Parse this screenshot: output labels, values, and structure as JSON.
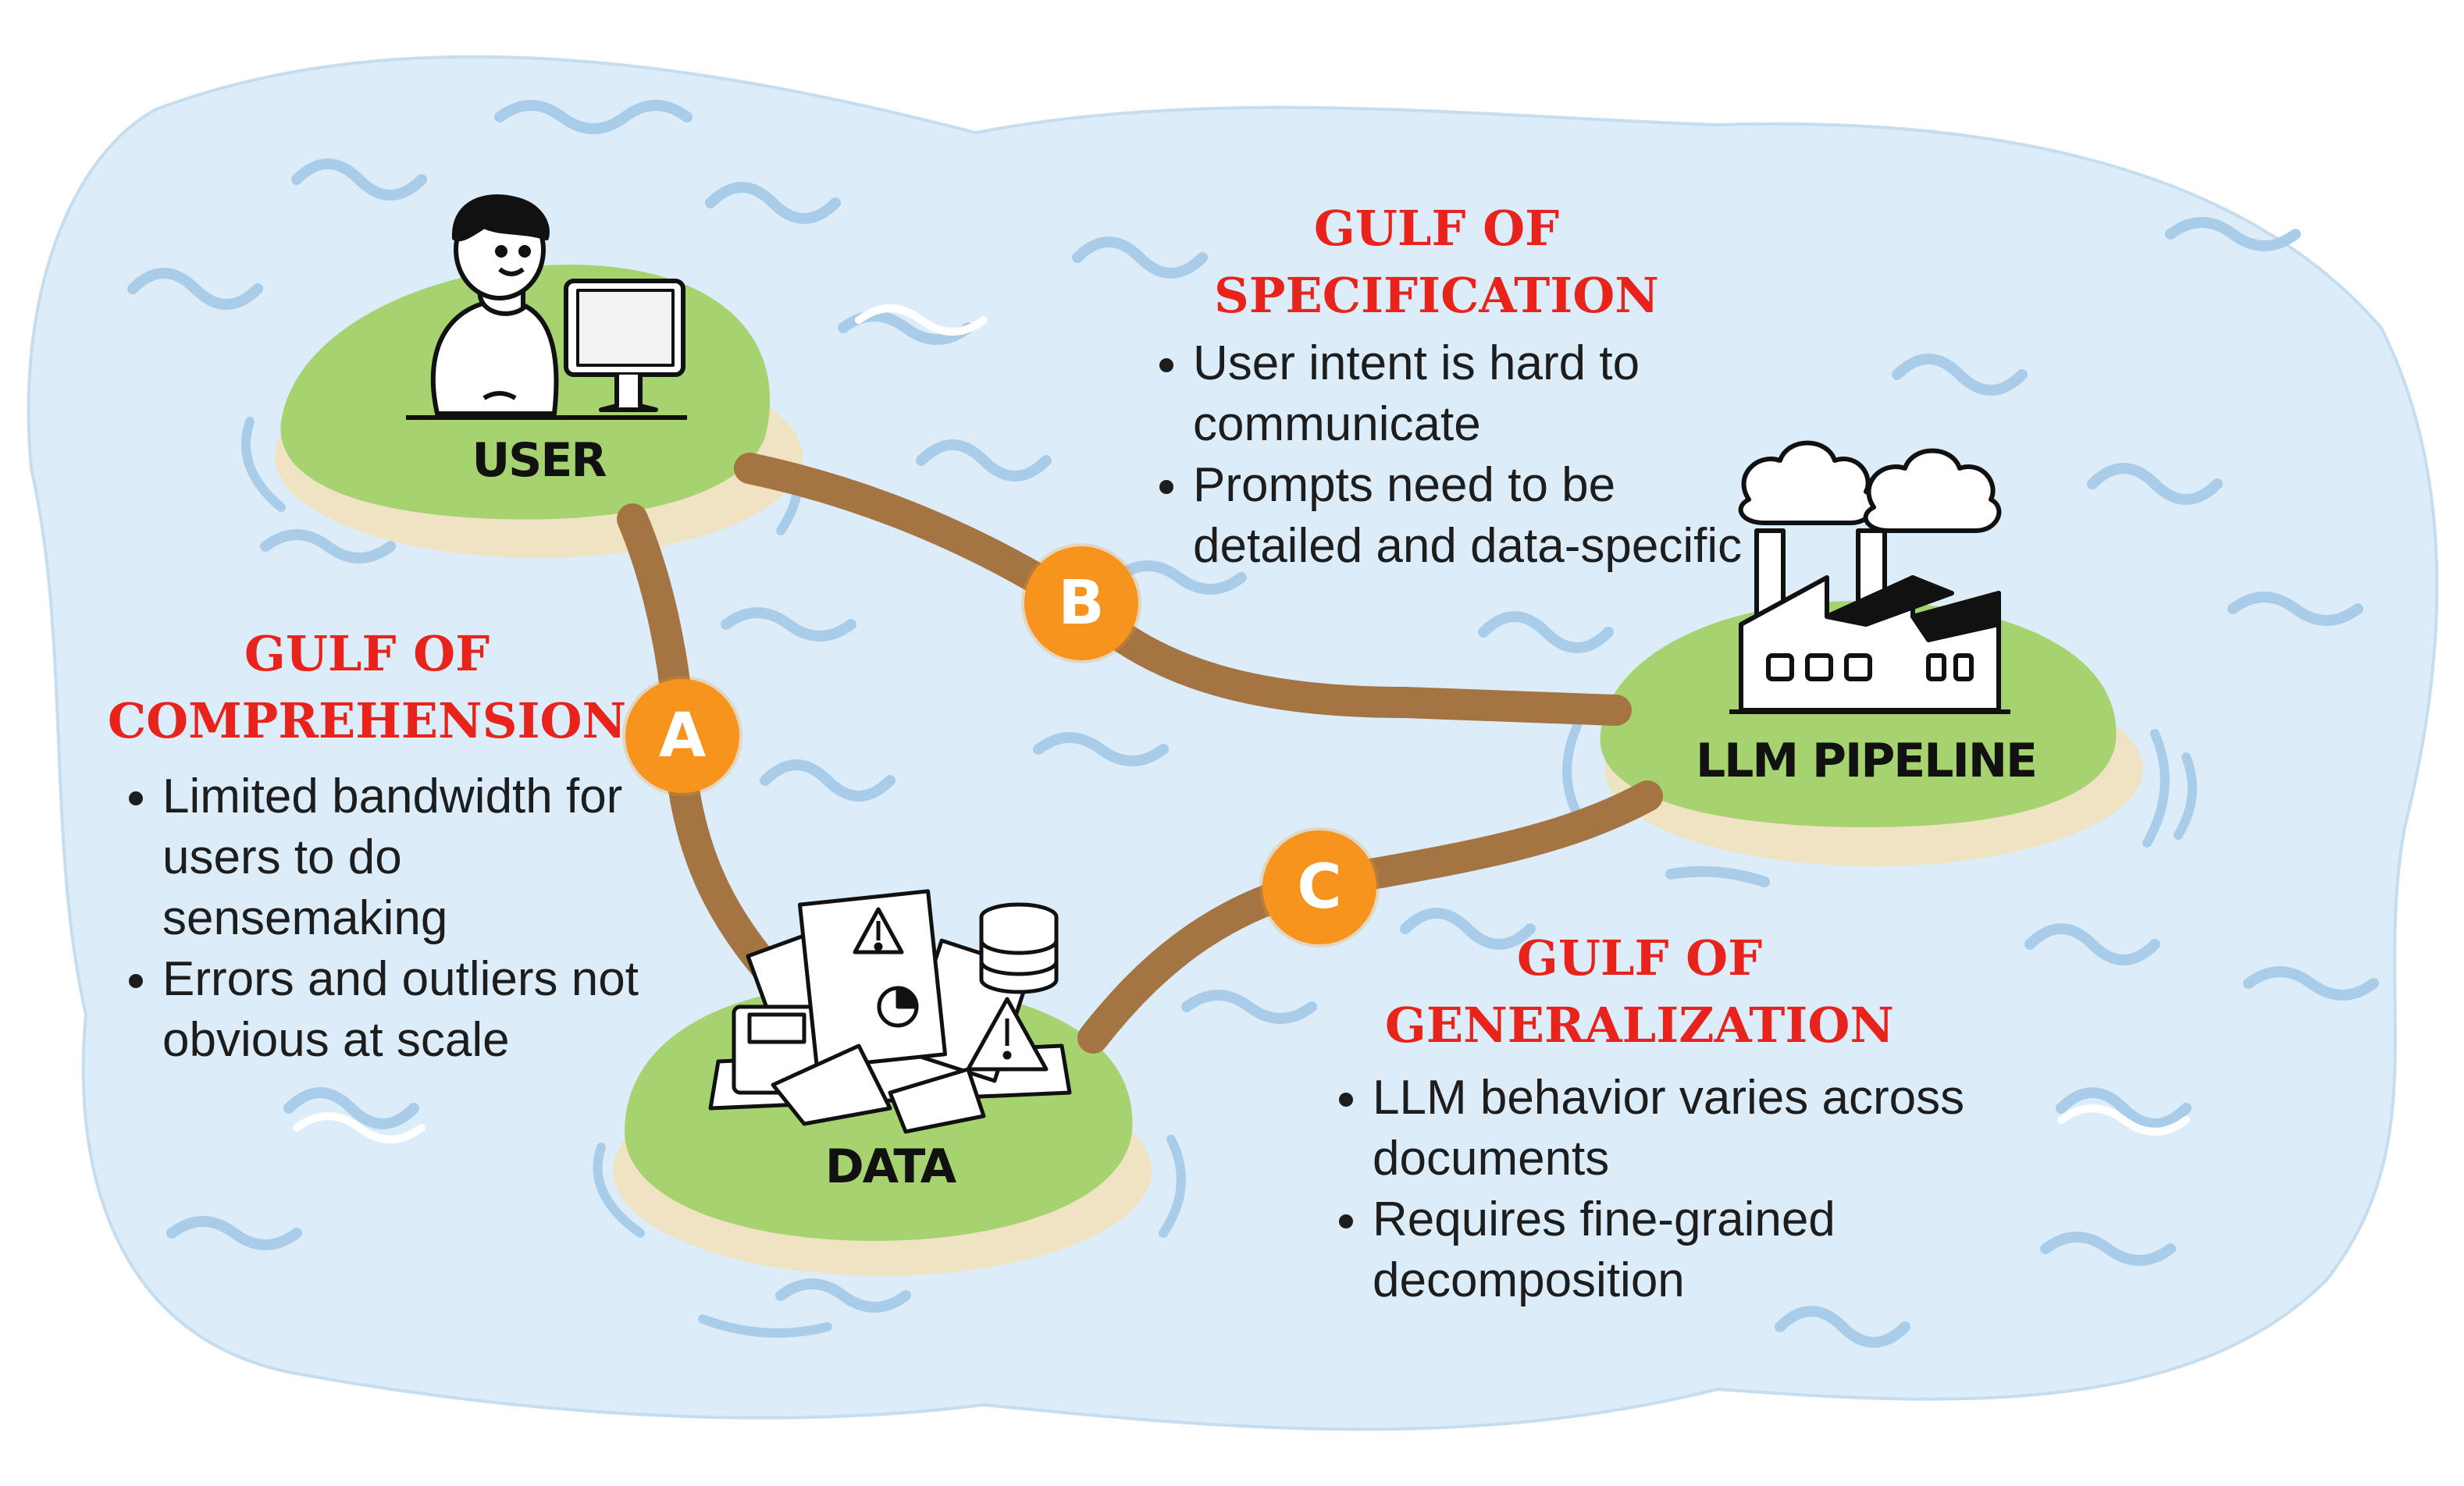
{
  "nodes": {
    "user": "USER",
    "data": "DATA",
    "pipeline": "LLM PIPELINE"
  },
  "badges": {
    "a": "A",
    "b": "B",
    "c": "C"
  },
  "gulfs": {
    "comprehension": {
      "title_line1": "GULF OF",
      "title_line2": "COMPREHENSION",
      "bullets": [
        "Limited bandwidth for users to do sensemaking",
        "Errors and outliers not obvious at scale"
      ]
    },
    "specification": {
      "title_line1": "GULF OF",
      "title_line2": "SPECIFICATION",
      "bullets": [
        "User intent is hard to communicate",
        "Prompts need to be detailed and data-specific"
      ]
    },
    "generalization": {
      "title_line1": "GULF OF",
      "title_line2": "GENERALIZATION",
      "bullets": [
        "LLM behavior varies across documents",
        "Requires fine-grained decomposition"
      ]
    }
  },
  "colors": {
    "water": "#dcedf9",
    "wave": "#a9cde9",
    "island": "#a6d36f",
    "sand": "#efe3c4",
    "path": "#a57443",
    "badge": "#f7941d",
    "gulf_title": "#e8231c"
  },
  "icons": [
    "user-at-computer-icon",
    "factory-icon",
    "document-pile-icon"
  ]
}
